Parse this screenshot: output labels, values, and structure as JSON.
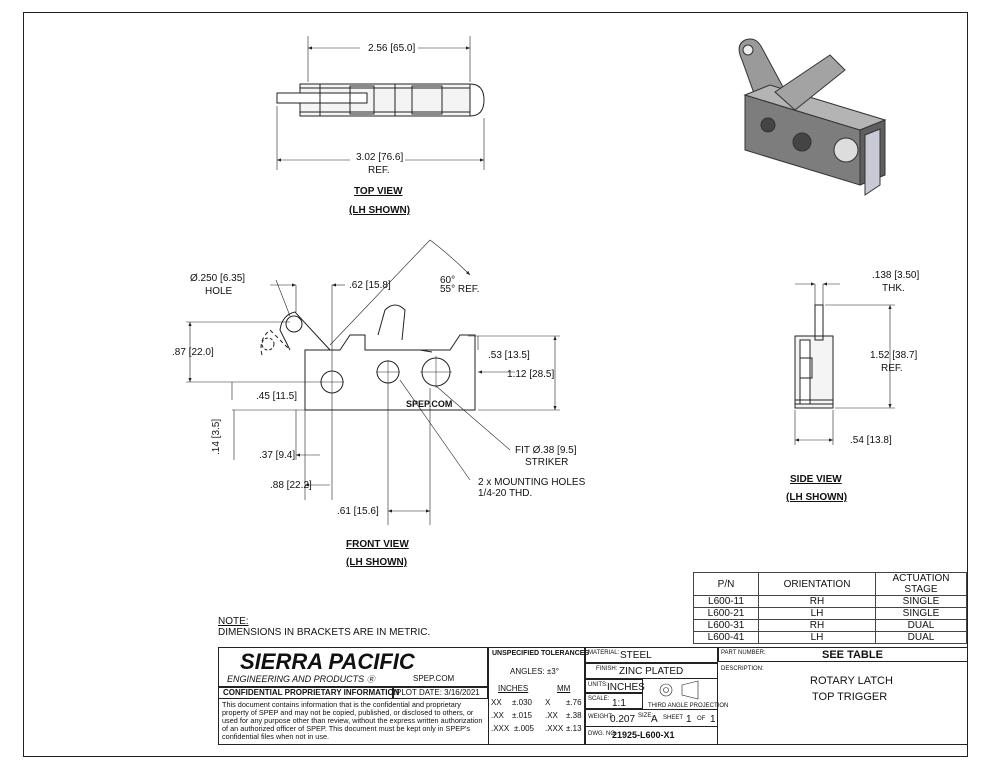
{
  "views": {
    "top_view_title": "TOP VIEW",
    "top_view_sub": "(LH SHOWN)",
    "front_view_title": "FRONT VIEW",
    "front_view_sub": "(LH SHOWN)",
    "side_view_title": "SIDE VIEW",
    "side_view_sub": "(LH SHOWN)"
  },
  "dims": {
    "top_width": "2.56",
    "top_width_mm": "65.0",
    "top_ref": "3.02",
    "top_ref_mm": "76.6",
    "top_ref_label": "REF.",
    "hole": "Ø.250",
    "hole_mm": "6.35",
    "hole_label": "HOLE",
    "d62": ".62",
    "d62_mm": "15.8",
    "angle1": "60°",
    "angle2": "55° REF.",
    "d87": ".87",
    "d87_mm": "22.0",
    "d53": ".53",
    "d53_mm": "13.5",
    "d112": "1.12",
    "d112_mm": "28.5",
    "d45": ".45",
    "d45_mm": "11.5",
    "d14": ".14",
    "d14_mm": "3.5",
    "d37": ".37",
    "d37_mm": "9.4",
    "d88": ".88",
    "d88_mm": "22.2",
    "d61": ".61",
    "d61_mm": "15.6",
    "fit": "FIT Ø.38",
    "fit_mm": "9.5",
    "striker": "STRIKER",
    "mount1": "2 x MOUNTING HOLES",
    "mount2": "1/4-20 THD.",
    "brand_mark": "SPEP.COM",
    "thk": ".138",
    "thk_mm": "3.50",
    "thk_label": "THK.",
    "side_h": "1.52",
    "side_h_mm": "38.7",
    "side_ref": "REF.",
    "side_w": ".54",
    "side_w_mm": "13.8"
  },
  "part_table": {
    "headers": [
      "P/N",
      "ORIENTATION",
      "ACTUATION STAGE"
    ],
    "rows": [
      [
        "L600-11",
        "RH",
        "SINGLE"
      ],
      [
        "L600-21",
        "LH",
        "SINGLE"
      ],
      [
        "L600-31",
        "RH",
        "DUAL"
      ],
      [
        "L600-41",
        "LH",
        "DUAL"
      ]
    ]
  },
  "note": {
    "title": "NOTE:",
    "text": "DIMENSIONS IN BRACKETS ARE IN METRIC."
  },
  "title_block": {
    "company": "SIERRA PACIFIC",
    "company_sub": "ENGINEERING AND PRODUCTS",
    "web": "SPEP.COM",
    "confidential": "CONFIDENTIAL PROPRIETARY INFORMATION",
    "plot_date": "PLOT DATE: 3/16/2021",
    "disclaimer": "This document contains information that is the confidential and proprietary property of SPEP and may not be copied, published, or disclosed to others, or used for any purpose other than review, without the express written authorization of an authorized officer of SPEP. This document must be kept only in SPEP's confidential files when not in use.",
    "tol_title": "UNSPECIFIED TOLERANCES",
    "angles": "ANGLES: ±3°",
    "inches": "INCHES",
    "mm": "MM",
    "tol_rows": [
      [
        "XX",
        "±.030",
        "X",
        "±.76"
      ],
      [
        ".XX",
        "±.015",
        ".XX",
        "±.38"
      ],
      [
        ".XXX",
        "±.005",
        ".XXX",
        "±.13"
      ]
    ],
    "material_label": "MATERIAL:",
    "material": "STEEL",
    "finish_label": "FINISH:",
    "finish": "ZINC PLATED",
    "units_label": "UNITS:",
    "units": "INCHES",
    "scale_label": "SCALE:",
    "scale": "1:1",
    "projection": "THIRD ANGLE PROJECTION",
    "weight_label": "WEIGHT:",
    "weight": "0.207",
    "size_label": "SIZE:",
    "size": "A",
    "sheet_label": "SHEET",
    "sheet": "1",
    "of_label": "OF",
    "of": "1",
    "dwg_label": "DWG. NO.",
    "dwg": "21925-L600-X1",
    "partnum_label": "PART NUMBER:",
    "partnum": "SEE TABLE",
    "desc_label": "DESCRIPTION:",
    "desc1": "ROTARY LATCH",
    "desc2": "TOP TRIGGER"
  }
}
